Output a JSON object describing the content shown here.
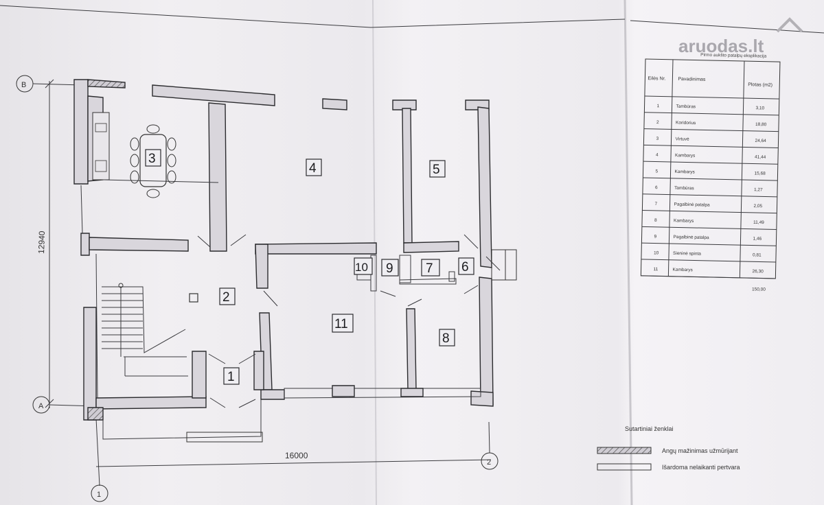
{
  "watermark": "aruodas.lt",
  "plan": {
    "rooms": [
      {
        "no": "1"
      },
      {
        "no": "2"
      },
      {
        "no": "3"
      },
      {
        "no": "4"
      },
      {
        "no": "5"
      },
      {
        "no": "6"
      },
      {
        "no": "7"
      },
      {
        "no": "8"
      },
      {
        "no": "9"
      },
      {
        "no": "10"
      },
      {
        "no": "11"
      }
    ],
    "dimension_width": "16000",
    "dimension_height": "12940",
    "axis_labels": {
      "B": "B",
      "A": "A",
      "one": "1",
      "two": "2"
    }
  },
  "table": {
    "caption": "Pirmo aukšto patalpų eksplikacija",
    "headers": [
      "Eilės Nr.",
      "Pavadinimas",
      "Plotas (m2)"
    ],
    "rows": [
      [
        "1",
        "Tambūras",
        "3,10"
      ],
      [
        "2",
        "Koridorius",
        "18,80"
      ],
      [
        "3",
        "Virtuvė",
        "24,64"
      ],
      [
        "4",
        "Kambarys",
        "41,44"
      ],
      [
        "5",
        "Kambarys",
        "15,68"
      ],
      [
        "6",
        "Tambūras",
        "1,27"
      ],
      [
        "7",
        "Pagalbinė patalpa",
        "2,05"
      ],
      [
        "8",
        "Kambarys",
        "11,49"
      ],
      [
        "9",
        "Pagalbinė patalpa",
        "1,46"
      ],
      [
        "10",
        "Sieninė spinta",
        "0,81"
      ],
      [
        "11",
        "Kambarys",
        "26,30"
      ]
    ],
    "total": "150,00"
  },
  "legend": {
    "title": "Sutartiniai ženklai",
    "items": [
      {
        "label": "Angų mažinimas užmūrijant"
      },
      {
        "label": "Išardoma nelaikanti pertvara"
      }
    ]
  }
}
